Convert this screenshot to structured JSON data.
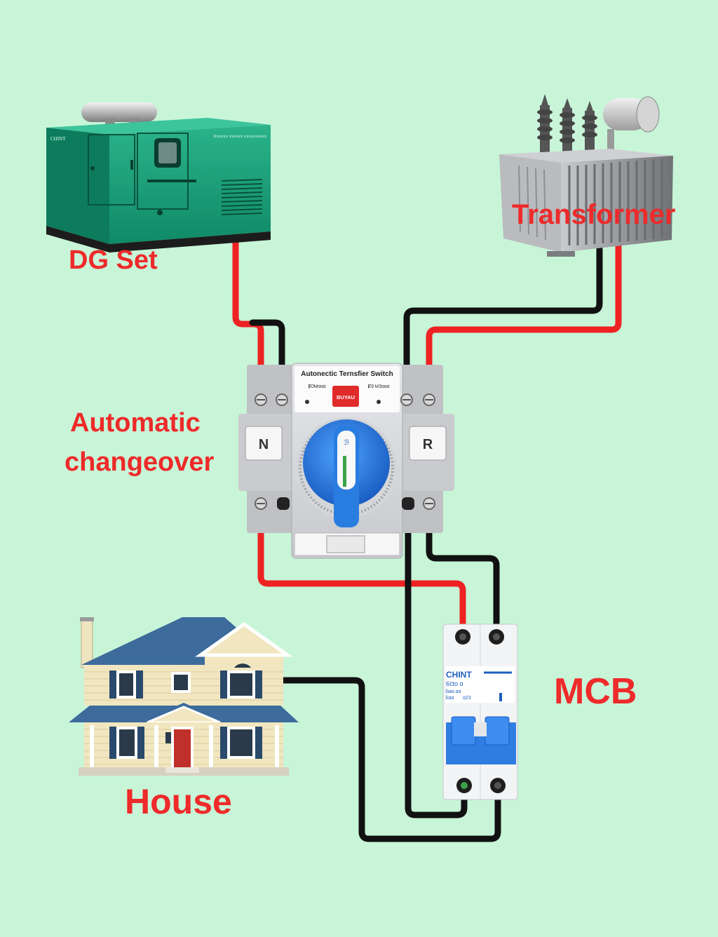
{
  "colors": {
    "background": "#c8f5d8",
    "label": "#ee2a2a",
    "wire_phase": "#ee2222",
    "wire_neutral": "#111111",
    "generator_body": "#139a74",
    "transformer_body": "#9c9ea2",
    "ats_handle": "#2a7de0",
    "mcb_toggle": "#2f7de1",
    "house_roof": "#3d6b9c",
    "house_wall": "#f1e6bf",
    "house_door": "#c0302a"
  },
  "labels": {
    "dg_set": "DG Set",
    "transformer": "Transformer",
    "automatic_changeover": "Automatic\nchangeover",
    "automatic_changeover_line1": "Automatic",
    "automatic_changeover_line2": "changeover",
    "mcb": "MCB",
    "house": "House"
  },
  "devices": {
    "generator": {
      "brand": "CHINT",
      "plate": "Xxxxxx xxxxxx xxxxxxxxxx"
    },
    "ats": {
      "title": "Autonectic Ternsfier Switch",
      "left_small": "Ɇ0Ʉɑɑɑ",
      "right_small": "Ɇ9 Ʉ3ɑɑɑ",
      "red_button": "BUYAU",
      "left_port": "N",
      "right_port": "R",
      "handle_text": "ℬ"
    },
    "mcb": {
      "brand": "CHINT",
      "line2": "6c̈to ɑ",
      "line3": "ɓaɑ.ɑɑ",
      "line4": "ƙɑɑ",
      "line4b": "ɑ23"
    }
  },
  "icons": {
    "generator": "diesel-generator-icon",
    "transformer": "power-transformer-icon",
    "ats": "changeover-switch-icon",
    "mcb": "circuit-breaker-icon",
    "house": "house-icon"
  }
}
